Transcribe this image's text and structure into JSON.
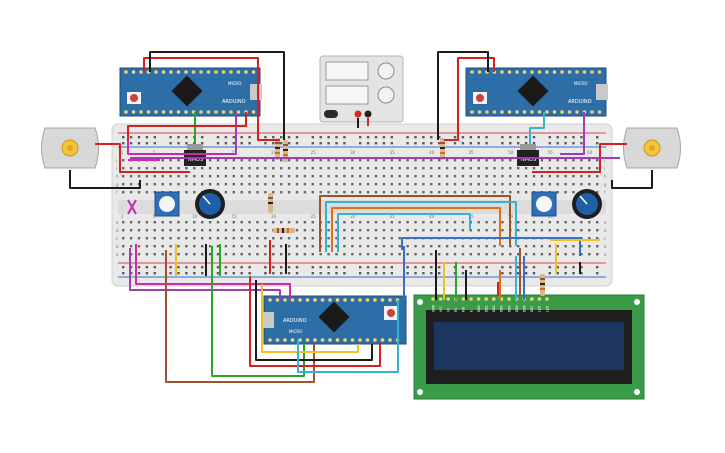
{
  "circuit": {
    "arduino_left": {
      "brand": "ARDUINO",
      "model": "MICRO"
    },
    "arduino_right": {
      "brand": "ARDUINO",
      "model": "MICRO"
    },
    "arduino_center": {
      "brand": "ARDUINO",
      "model": "MICRO"
    },
    "mosfet_left_label": "NMOS",
    "mosfet_right_label": "NMOS",
    "breadboard": {
      "row_letters": [
        "a",
        "b",
        "c",
        "d",
        "e",
        "f",
        "g",
        "h",
        "i",
        "j"
      ],
      "column_numbers": [
        "1",
        "5",
        "10",
        "15",
        "20",
        "25",
        "30",
        "35",
        "40",
        "45",
        "50",
        "55",
        "60"
      ]
    },
    "lcd_pin_labels": [
      "GND",
      "VCC",
      "V0",
      "RS",
      "RW",
      "E",
      "DB0",
      "DB1",
      "DB2",
      "DB3",
      "DB4",
      "DB5",
      "DB6",
      "DB7",
      "LED",
      "LED"
    ],
    "colors": {
      "arduino_board": "#2e6ea6",
      "breadboard": "#e9e9e9",
      "lcd_pcb": "#3a9b48",
      "lcd_screen": "#1c3660",
      "motor": "#d8d8d8",
      "motor_gear": "#f2c53d",
      "potentiometer": "#1f5fa8"
    }
  }
}
